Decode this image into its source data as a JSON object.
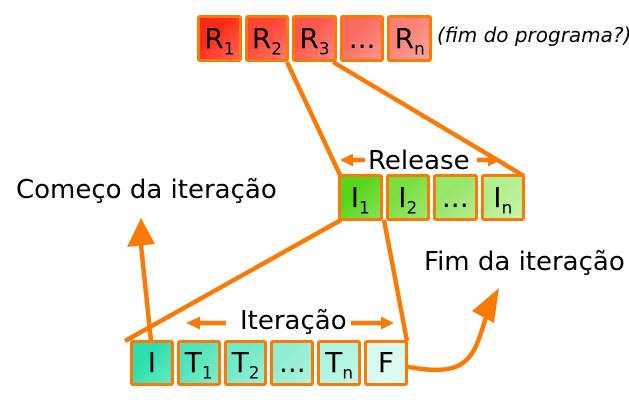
{
  "colors": {
    "background": "#ffffff",
    "accent": "#fb7a06",
    "text": "#000000"
  },
  "annotations": {
    "end_of_program": "(fim do programa?)",
    "iteration_start": "Começo da iteração",
    "iteration_end": "Fim da iteração"
  },
  "rows": {
    "releases": {
      "boxes": [
        {
          "base": "R",
          "sub": "1",
          "color": "#fe2a17"
        },
        {
          "base": "R",
          "sub": "2",
          "color": "#fd4534"
        },
        {
          "base": "R",
          "sub": "3",
          "color": "#fc574a"
        },
        {
          "base": "...",
          "sub": "",
          "color": "#fb6c60"
        },
        {
          "base": "R",
          "sub": "n",
          "color": "#fa8175"
        }
      ]
    },
    "iterations": {
      "label": "Release",
      "boxes": [
        {
          "base": "I",
          "sub": "1",
          "color": "#55d61a"
        },
        {
          "base": "I",
          "sub": "2",
          "color": "#79de40"
        },
        {
          "base": "...",
          "sub": "",
          "color": "#96e668"
        },
        {
          "base": "I",
          "sub": "n",
          "color": "#b2ee8c"
        }
      ]
    },
    "tasks": {
      "label": "Iteração",
      "boxes": [
        {
          "base": "I",
          "sub": "",
          "color": "#2bdfae"
        },
        {
          "base": "T",
          "sub": "1",
          "color": "#51e4ba"
        },
        {
          "base": "T",
          "sub": "2",
          "color": "#71e9c7"
        },
        {
          "base": "...",
          "sub": "",
          "color": "#90edd3"
        },
        {
          "base": "T",
          "sub": "n",
          "color": "#adf3e1"
        },
        {
          "base": "F",
          "sub": "",
          "color": "#d6faef"
        }
      ]
    }
  }
}
